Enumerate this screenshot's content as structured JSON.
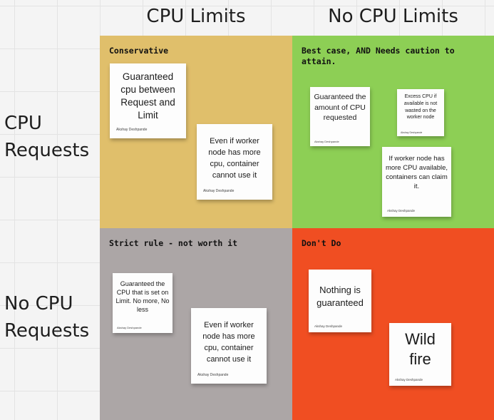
{
  "columns": {
    "cpu_limits": "CPU Limits",
    "no_cpu_limits": "No CPU Limits"
  },
  "rows": {
    "cpu_requests": "CPU Requests",
    "no_cpu_requests": "No CPU Requests"
  },
  "quadrants": {
    "top_left": {
      "title": "Conservative",
      "color": "#e0bf6b"
    },
    "top_right": {
      "title": "Best case, AND Needs caution to attain.",
      "color": "#8dcf55"
    },
    "bottom_left": {
      "title": "Strict rule - not worth it",
      "color": "#aca6a6"
    },
    "bottom_right": {
      "title": "Don't Do",
      "color": "#f04e22"
    }
  },
  "notes": {
    "tl_1": {
      "text": "Guaranteed cpu between Request and Limit",
      "author": "Akshay Deshpande"
    },
    "tl_2": {
      "text": "Even if worker node has more cpu, container cannot use it",
      "author": "Akshay Deshpande"
    },
    "tr_1": {
      "text": "Guaranteed the amount of CPU requested",
      "author": "Akshay Deshpande"
    },
    "tr_2": {
      "text": "Excess CPU if available is not wasted on the worker node",
      "author": "Akshay Deshpande"
    },
    "tr_3": {
      "text": "If worker node has more CPU available, containers can claim it.",
      "author": "Akshay Deshpande"
    },
    "bl_1": {
      "text": "Guaranteed the CPU that is set on Limit. No more, No less",
      "author": "Akshay Deshpande"
    },
    "bl_2": {
      "text": "Even if worker node has more cpu, container cannot use it",
      "author": "Akshay Deshpande"
    },
    "br_1": {
      "text": "Nothing is guaranteed",
      "author": "Akshay Deshpande"
    },
    "br_2": {
      "text": "Wild fire",
      "author": "Akshay Deshpande"
    }
  }
}
